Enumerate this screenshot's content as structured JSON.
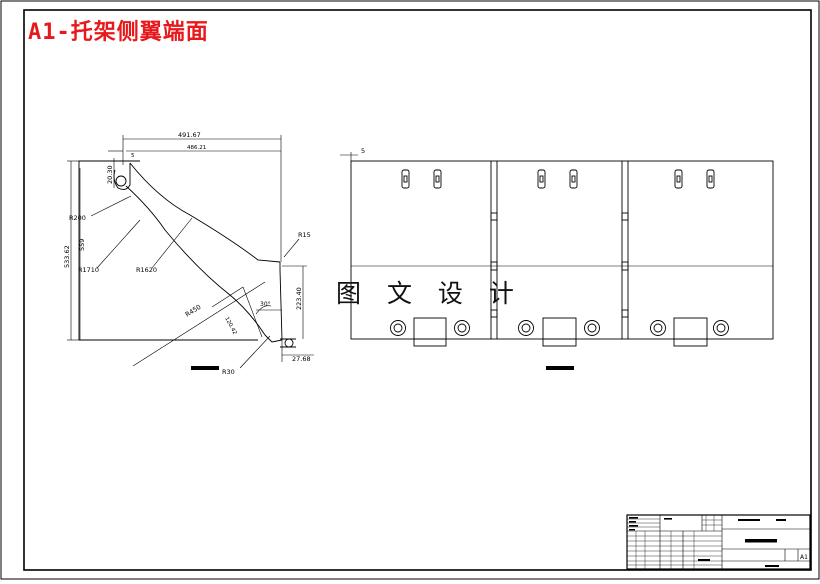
{
  "sheet": {
    "title": "A1-托架侧翼端面",
    "watermark": "图 文 设 计"
  },
  "side_view": {
    "dimensions": {
      "top_width": "491.67",
      "inner_width": "486.21",
      "left_height": "533.62",
      "inner_height": "559",
      "small_height": "20.30",
      "small_offset": "5",
      "right_height": "223.40",
      "bottom_offset": "27.68",
      "slot_length": "120.42",
      "angle": "30°"
    },
    "radii": {
      "r_large_outer": "R1710",
      "r_large_inner": "R1620",
      "r_upper": "R200",
      "r_corner": "R15",
      "r_lower": "R450",
      "r_hole": "R30"
    }
  },
  "front_view": {
    "dimensions": {
      "edge_offset": "5"
    }
  },
  "title_block": {
    "drawing_name": "",
    "scale": "A1"
  }
}
